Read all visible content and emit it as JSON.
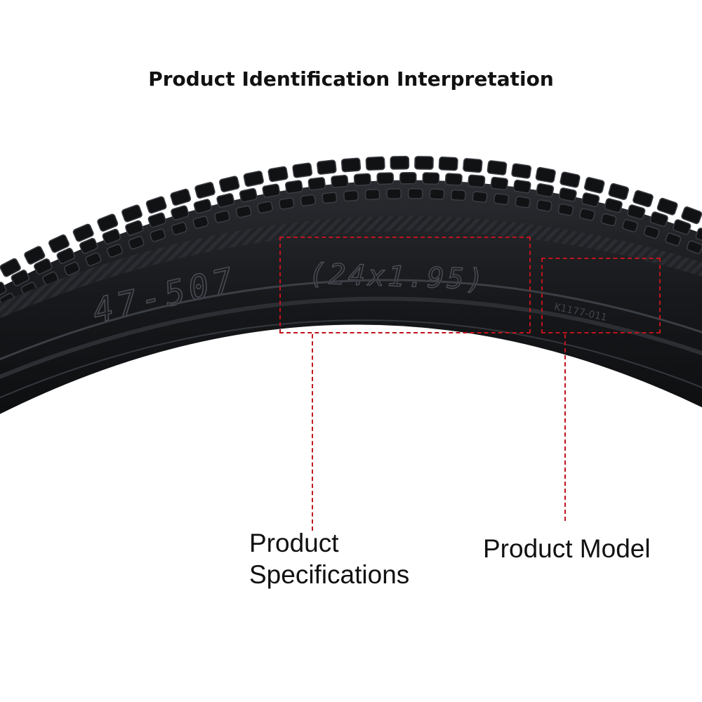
{
  "header": {
    "title": "Product Identification Interpretation"
  },
  "tire": {
    "size_marking": "47-507",
    "spec_marking": "(24x1.95)",
    "model_marking": "K1177-011"
  },
  "callouts": [
    {
      "label_line1": "Product",
      "label_line2": "Specifications"
    },
    {
      "label": "Product Model"
    }
  ],
  "colors": {
    "callout": "#c0141c",
    "tire": "#1a1c20",
    "background": "#ffffff"
  }
}
